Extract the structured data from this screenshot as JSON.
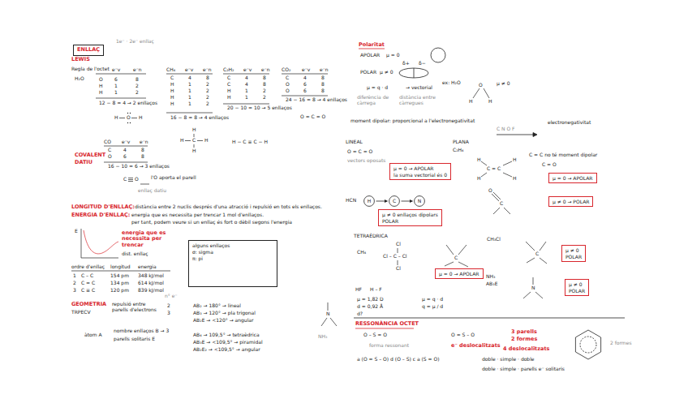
{
  "diagram": {
    "nodes": [
      {
        "text": [
          "ENLLAÇ"
        ]
      },
      {
        "text": [
          "alguns enllaços",
          "σ: sigma",
          "π: pi"
        ]
      },
      {
        "text": [
          "μ = 0 → APOLAR",
          "la suma vectorial és 0"
        ]
      },
      {
        "text": [
          "μ ≠ 0 enllaços dipolars",
          "POLAR"
        ]
      },
      {
        "text": [
          "μ = 0 → APOLAR"
        ]
      },
      {
        "text": [
          "μ ≠ 0 → POLAR"
        ]
      },
      {
        "text": [
          "μ = 0 → APOLAR"
        ]
      },
      {
        "text": [
          "μ ≠ 0",
          "POLAR"
        ]
      },
      {
        "text": [
          "μ ≠ 0",
          "POLAR"
        ]
      },
      {
        "text": [
          "H"
        ]
      },
      {
        "text": [
          "C"
        ]
      },
      {
        "text": [
          "N"
        ]
      }
    ],
    "edges": [
      {
        "from": 9,
        "to": 10,
        "arrow": "to"
      },
      {
        "from": 10,
        "to": 11,
        "arrow": "to"
      }
    ],
    "labels": [
      "1e⁻ · 2e⁻ enllaç",
      "LEWIS",
      "Regla de l'octet",
      "H₂O",
      "e⁻v",
      "e⁻n",
      "O",
      "6",
      "8",
      "H",
      "1",
      "2",
      "H",
      "1",
      "2",
      "12 − 8 = 4 → 2 enllaços",
      "H",
      "O",
      "H",
      "CH₄",
      "e⁻v",
      "e⁻n",
      "C",
      "4",
      "8",
      "H",
      "1",
      "2",
      "H",
      "1",
      "2",
      "H",
      "1",
      "2",
      "H",
      "1",
      "2",
      "16 − 8 = 8 → 4 enllaços",
      "H",
      "C",
      "H",
      "H",
      "H",
      "C₂H₂",
      "e⁻v",
      "e⁻n",
      "C",
      "4",
      "8",
      "C",
      "4",
      "8",
      "H",
      "1",
      "2",
      "H",
      "1",
      "2",
      "20 − 10 = 10 → 5 enllaços",
      "H − C ≡ C − H",
      "CO₂",
      "e⁻v",
      "e⁻n",
      "C",
      "4",
      "8",
      "O",
      "6",
      "8",
      "O",
      "6",
      "8",
      "24 − 16 = 8 → 4 enllaços",
      "O = C = O",
      "COVALENT",
      "DATIU",
      "CO",
      "e⁻v",
      "e⁻n",
      "C",
      "4",
      "8",
      "O",
      "6",
      "8",
      "16 − 10 = 6 → 3 enllaços",
      "C",
      "O",
      "l'O aporta el parell",
      "enllaç datiu",
      "LONGITUD D'ENLLAÇ:",
      "distància entre 2 nuclis després d'una atracció i repulsió en tots els enllaços.",
      "ENERGIA D'ENLLAÇ:",
      "energia que es necessita per trencar 1 mol d'enllaços.",
      "per tant, podem veure si un enllaç és fort o dèbil segons l'energia",
      "E",
      "energia que es necessita per trencar",
      "dist. enllaç",
      "ordre d'enllaç",
      "longitud",
      "energia",
      "1",
      "C – C",
      "154 pm",
      "348 kJ/mol",
      "2",
      "C = C",
      "134 pm",
      "614 kJ/mol",
      "3",
      "C ≡ C",
      "120 pm",
      "839 kJ/mol",
      "GEOMETRIA",
      "TRPECV",
      "repulsió entre parells d'electrons",
      "àtom A",
      "nombre enllaços B → 3",
      "parells solitaris E",
      "n° e⁻",
      "2",
      "3",
      "AB₂ → 180° → lineal",
      "AB₃ → 120° → pla trigonal",
      "AB₂E → <120° → angular",
      "AB₄ → 109,5° → tetraèdrica",
      "AB₃E → <109,5° → piramidal",
      "AB₂E₂ → <109,5° → angular",
      "NH₃",
      "N",
      "Polaritat",
      "APOLAR",
      "μ = 0",
      "POLAR",
      "μ ≠ 0",
      "δ+",
      "δ−",
      "μ = q · d",
      "→ vectorial",
      "diferència de càrrega",
      "distància entre càrregues",
      "moment dipolar: proporcional a l'electronegativitat",
      "ex: H₂O",
      "O",
      "H",
      "H",
      "μ ≠ 0",
      "electronegativitat",
      "C N O F",
      "LINEAL",
      "O = C = O",
      "vectors oposats",
      "HCN",
      "PLANA",
      "C₂H₄",
      "H",
      "H",
      "C = C",
      "H",
      "H",
      "C = C no té moment dipolar",
      "C = O",
      "O",
      "C",
      "TETRAÈDRICA",
      "CH₄",
      "Cl",
      "Cl – C – Cl",
      "Cl",
      "C",
      "CH₃Cl",
      "NH₃",
      "AB₃E",
      "C",
      "N",
      "HF",
      "H – F",
      "μ = 1,82 D",
      "d = 0,92 Å",
      "d?",
      "μ = q · d",
      "q = μ / d",
      "RESSONÀNCIA OCTET",
      "O – S = O",
      "O = S – O",
      "forma ressonant",
      "e⁻ deslocalitzats",
      "3 parells",
      "2 formes",
      "4 deslocalitzats",
      "a (O = S – O) d (O – S) c a (S = O)",
      "doble · simple · doble",
      "doble · simple · parells e⁻ solitaris",
      "2 formes"
    ]
  }
}
